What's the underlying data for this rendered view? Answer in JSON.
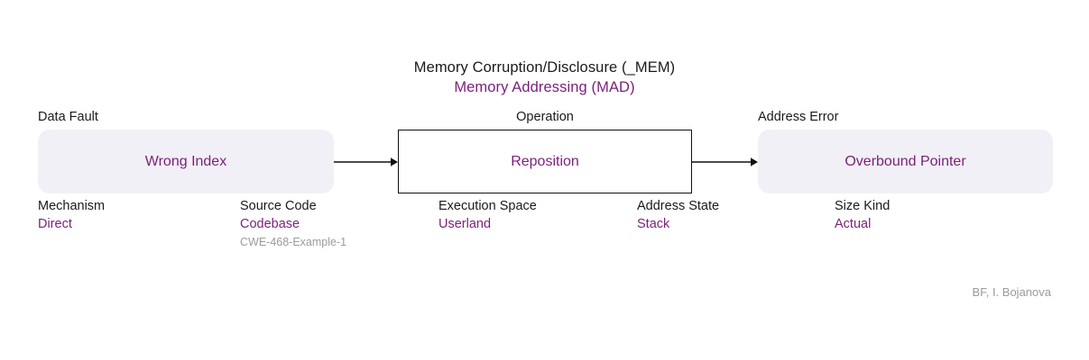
{
  "header": {
    "main_title": "Memory Corruption/Disclosure (_MEM)",
    "sub_title": "Memory Addressing (MAD)"
  },
  "colors": {
    "accent_purple": "#7b1f7a",
    "node_fill": "#f2f0f7",
    "text_dark": "#1a1a1a",
    "muted_gray": "#9b9b9b",
    "outline": "#111111",
    "background": "#ffffff"
  },
  "nodes": [
    {
      "id": "data-fault",
      "top_label": "Data Fault",
      "text": "Wrong Index",
      "shape": "rounded",
      "attributes": [
        {
          "name": "Mechanism",
          "value": "Direct",
          "note": ""
        },
        {
          "name": "Source Code",
          "value": "Codebase",
          "note": "CWE-468-Example-1"
        }
      ]
    },
    {
      "id": "operation",
      "top_label": "Operation",
      "text": "Reposition",
      "shape": "outlined",
      "attributes": [
        {
          "name": "Execution Space",
          "value": "Userland",
          "note": ""
        },
        {
          "name": "Address State",
          "value": "Stack",
          "note": ""
        }
      ]
    },
    {
      "id": "address-error",
      "top_label": "Address Error",
      "text": "Overbound Pointer",
      "shape": "rounded",
      "attributes": [
        {
          "name": "Size Kind",
          "value": "Actual",
          "note": ""
        }
      ]
    }
  ],
  "arrows": [
    {
      "id": "arrow-fault-to-operation",
      "from": "data-fault",
      "to": "operation"
    },
    {
      "id": "arrow-operation-to-error",
      "from": "operation",
      "to": "address-error"
    }
  ],
  "credit": "BF, I. Bojanova"
}
